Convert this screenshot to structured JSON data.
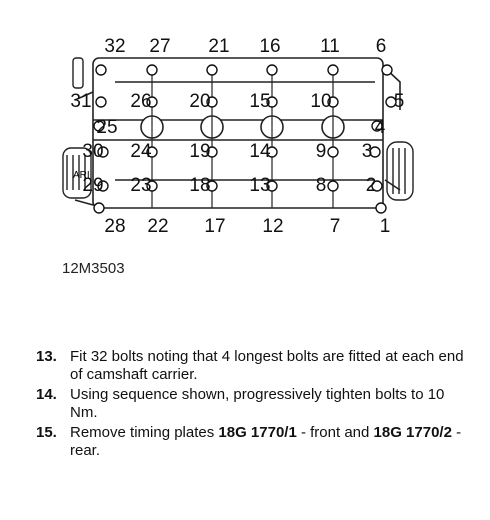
{
  "diagram": {
    "bolt_numbers": {
      "top": [
        "32",
        "27",
        "21",
        "16",
        "11",
        "6"
      ],
      "row1": [
        "31",
        "26",
        "20",
        "15",
        "10",
        "5"
      ],
      "row2": [
        "25",
        "4"
      ],
      "row3": [
        "30",
        "24",
        "19",
        "14",
        "9",
        "3"
      ],
      "row4": [
        "29",
        "23",
        "18",
        "13",
        "8",
        "2"
      ],
      "bottom": [
        "28",
        "22",
        "17",
        "12",
        "7",
        "1"
      ]
    },
    "label_left": "ARI",
    "reference": "12M3503"
  },
  "steps": [
    {
      "no": "13.",
      "text": "Fit 32 bolts noting that 4 longest bolts are fitted at each end of camshaft carrier."
    },
    {
      "no": "14.",
      "text": "Using sequence shown, progressively tighten bolts to 10 Nm."
    },
    {
      "no": "15.",
      "parts": [
        "Remove timing plates ",
        "18G 1770/1",
        " - front and ",
        "18G 1770/2",
        " - rear."
      ]
    }
  ]
}
